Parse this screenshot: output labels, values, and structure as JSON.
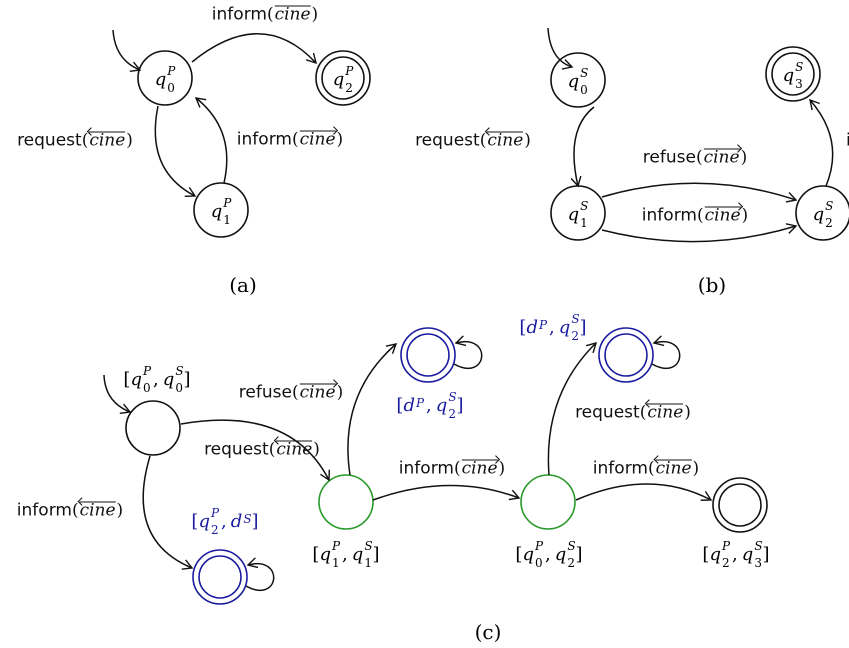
{
  "colors": {
    "ink": "#111111",
    "dead_state": "#1a1aa0",
    "highlight_state": "#2a9a2a"
  },
  "captions": {
    "a": "(a)",
    "b": "(b)",
    "c": "(c)"
  },
  "edge_labels": [
    {
      "id": "a-top",
      "fn": "inform",
      "arg": "cine",
      "dir": "none"
    },
    {
      "id": "a-req",
      "fn": "request",
      "arg": "cine",
      "dir": "left"
    },
    {
      "id": "a-inf",
      "fn": "inform",
      "arg": "cine",
      "dir": "right"
    },
    {
      "id": "b-req",
      "fn": "request",
      "arg": "cine",
      "dir": "left"
    },
    {
      "id": "b-ref",
      "fn": "refuse",
      "arg": "cine",
      "dir": "right"
    },
    {
      "id": "b-inf",
      "fn": "inform",
      "arg": "cine",
      "dir": "right"
    },
    {
      "id": "b-cut",
      "fn": "in",
      "arg": "",
      "dir": "none"
    },
    {
      "id": "c-ref",
      "fn": "refuse",
      "arg": "cine",
      "dir": "right"
    },
    {
      "id": "c-req1",
      "fn": "request",
      "arg": "cine",
      "dir": "left"
    },
    {
      "id": "c-inf-left",
      "fn": "inform",
      "arg": "cine",
      "dir": "left"
    },
    {
      "id": "c-inf-mid",
      "fn": "inform",
      "arg": "cine",
      "dir": "right"
    },
    {
      "id": "c-req2",
      "fn": "request",
      "arg": "cine",
      "dir": "left"
    },
    {
      "id": "c-inf-right",
      "fn": "inform",
      "arg": "cine",
      "dir": "left"
    }
  ],
  "state_labels": [
    {
      "id": "a-q0",
      "parts": [
        {
          "b": "q",
          "sup": "P",
          "sub": "0"
        }
      ]
    },
    {
      "id": "a-q2",
      "parts": [
        {
          "b": "q",
          "sup": "P",
          "sub": "2"
        }
      ]
    },
    {
      "id": "a-q1",
      "parts": [
        {
          "b": "q",
          "sup": "P",
          "sub": "1"
        }
      ]
    },
    {
      "id": "b-q0",
      "parts": [
        {
          "b": "q",
          "sup": "S",
          "sub": "0"
        }
      ]
    },
    {
      "id": "b-q1",
      "parts": [
        {
          "b": "q",
          "sup": "S",
          "sub": "1"
        }
      ]
    },
    {
      "id": "b-q2",
      "parts": [
        {
          "b": "q",
          "sup": "S",
          "sub": "2"
        }
      ]
    },
    {
      "id": "b-q3",
      "parts": [
        {
          "b": "q",
          "sup": "S",
          "sub": "3"
        }
      ]
    },
    {
      "id": "c-init",
      "parts": [
        {
          "b": "q",
          "sup": "P",
          "sub": "0"
        },
        {
          "b": "q",
          "sup": "S",
          "sub": "0"
        }
      ]
    },
    {
      "id": "c-q2d",
      "parts": [
        {
          "b": "q",
          "sup": "P",
          "sub": "2"
        },
        {
          "b": "d",
          "sup": "S",
          "sub": ""
        }
      ],
      "dead": true
    },
    {
      "id": "c-q1q1",
      "parts": [
        {
          "b": "q",
          "sup": "P",
          "sub": "1"
        },
        {
          "b": "q",
          "sup": "S",
          "sub": "1"
        }
      ]
    },
    {
      "id": "c-dq2a",
      "parts": [
        {
          "b": "d",
          "sup": "P",
          "sub": ""
        },
        {
          "b": "q",
          "sup": "S",
          "sub": "2"
        }
      ],
      "dead": true
    },
    {
      "id": "c-q0q2",
      "parts": [
        {
          "b": "q",
          "sup": "P",
          "sub": "0"
        },
        {
          "b": "q",
          "sup": "S",
          "sub": "2"
        }
      ]
    },
    {
      "id": "c-dq2b",
      "parts": [
        {
          "b": "d",
          "sup": "P",
          "sub": ""
        },
        {
          "b": "q",
          "sup": "S",
          "sub": "2"
        }
      ],
      "dead": true
    },
    {
      "id": "c-q2q3",
      "parts": [
        {
          "b": "q",
          "sup": "P",
          "sub": "2"
        },
        {
          "b": "q",
          "sup": "S",
          "sub": "3"
        }
      ]
    }
  ]
}
